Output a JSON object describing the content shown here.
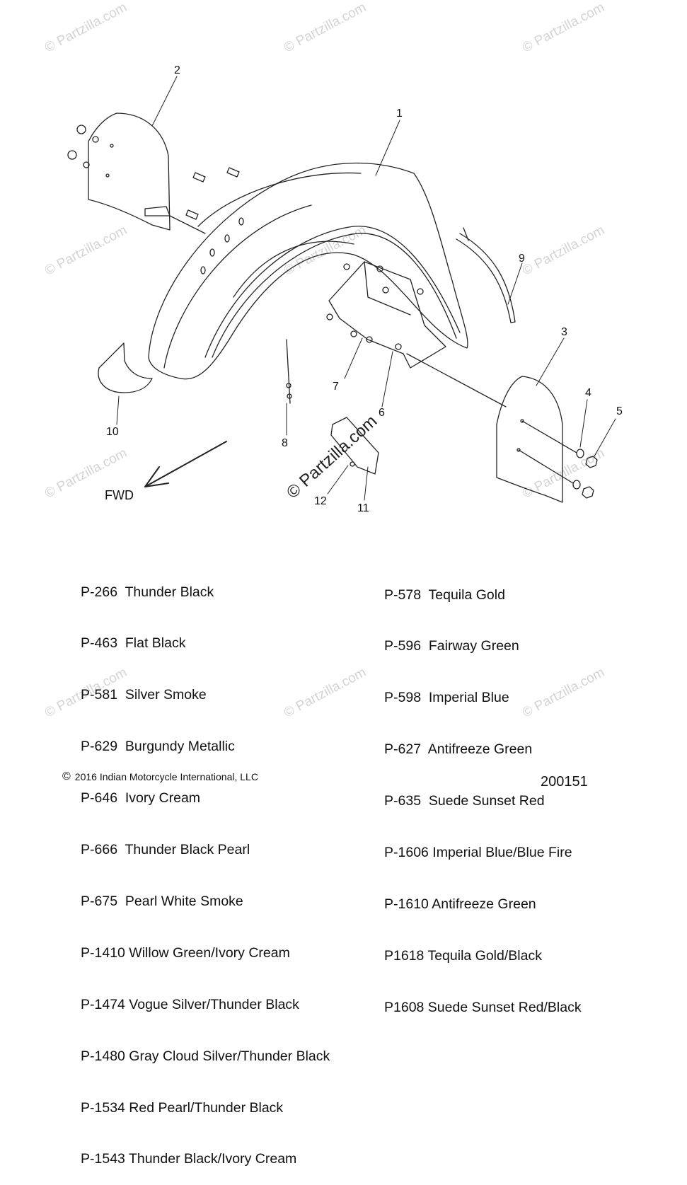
{
  "watermark": "© Partzilla.com",
  "callouts": [
    "1",
    "2",
    "3",
    "4",
    "5",
    "6",
    "7",
    "8",
    "9",
    "10",
    "11",
    "12"
  ],
  "direction_label": "FWD",
  "color_codes_left": [
    "P-266  Thunder Black",
    "P-463  Flat Black",
    "P-581  Silver Smoke",
    "P-629  Burgundy Metallic",
    "P-646  Ivory Cream",
    "P-666  Thunder Black Pearl",
    "P-675  Pearl White Smoke",
    "P-1410 Willow Green/Ivory Cream",
    "P-1474 Vogue Silver/Thunder Black",
    "P-1480 Gray Cloud Silver/Thunder Black",
    "P-1534 Red Pearl/Thunder Black",
    "P-1543 Thunder Black/Ivory Cream"
  ],
  "color_codes_right": [
    "P-578  Tequila Gold",
    "P-596  Fairway Green",
    "P-598  Imperial Blue",
    "P-627  Antifreeze Green",
    "P-635  Suede Sunset Red",
    "P-1606 Imperial Blue/Blue Fire",
    "P-1610 Antifreeze Green",
    "P1618 Tequila Gold/Black",
    "P1608 Suede Sunset Red/Black"
  ],
  "copyright_symbol": "©",
  "copyright_text": "2016 Indian Motorcycle International, LLC",
  "diagram_code": "200151"
}
